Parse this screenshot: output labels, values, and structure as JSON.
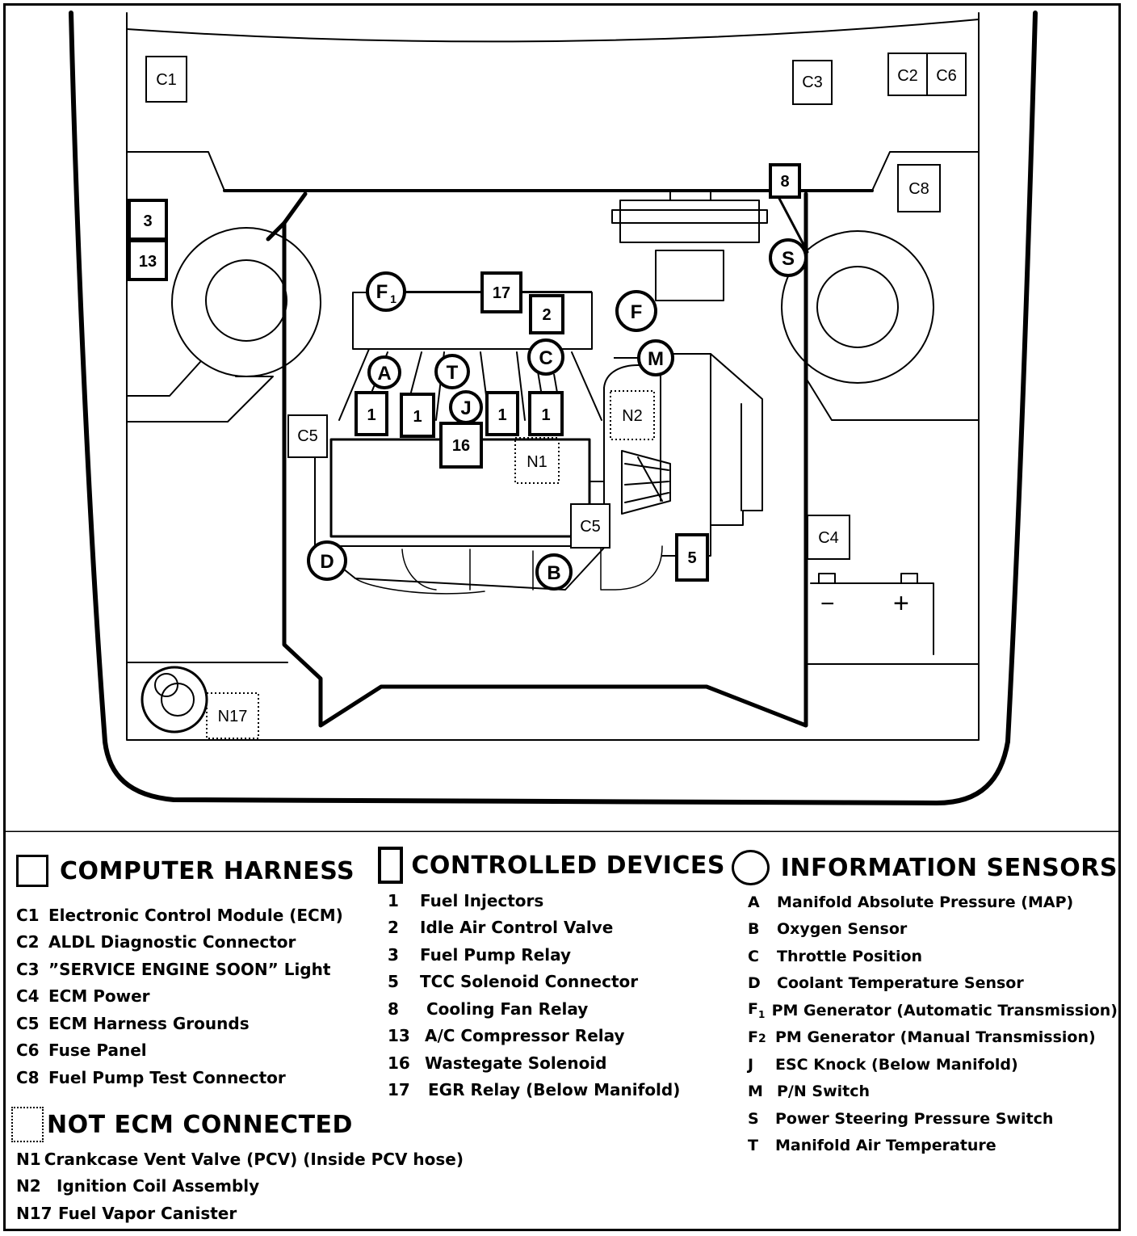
{
  "diagram": {
    "computer_harness": [
      {
        "code": "C1",
        "label": "C1"
      },
      {
        "code": "C2",
        "label": "C2"
      },
      {
        "code": "C3",
        "label": "C3"
      },
      {
        "code": "C4",
        "label": "C4"
      },
      {
        "code": "C5",
        "label": "C5"
      },
      {
        "code": "C6",
        "label": "C6"
      },
      {
        "code": "C8",
        "label": "C8"
      }
    ],
    "controlled_devices": [
      {
        "code": "1",
        "label": "1"
      },
      {
        "code": "2",
        "label": "2"
      },
      {
        "code": "3",
        "label": "3"
      },
      {
        "code": "5",
        "label": "5"
      },
      {
        "code": "8",
        "label": "8"
      },
      {
        "code": "13",
        "label": "13"
      },
      {
        "code": "16",
        "label": "16"
      },
      {
        "code": "17",
        "label": "17"
      }
    ],
    "information_sensors": [
      {
        "code": "A",
        "label": "A"
      },
      {
        "code": "B",
        "label": "B"
      },
      {
        "code": "C",
        "label": "C"
      },
      {
        "code": "D",
        "label": "D"
      },
      {
        "code": "F1",
        "label": "F",
        "subscript": "1"
      },
      {
        "code": "F",
        "label": "F"
      },
      {
        "code": "J",
        "label": "J"
      },
      {
        "code": "M",
        "label": "M"
      },
      {
        "code": "S",
        "label": "S"
      },
      {
        "code": "T",
        "label": "T"
      }
    ],
    "not_ecm_connected": [
      {
        "code": "N1",
        "label": "N1"
      },
      {
        "code": "N2",
        "label": "N2"
      },
      {
        "code": "N17",
        "label": "N17"
      }
    ],
    "battery": {
      "minus": "−",
      "plus": "+"
    }
  },
  "legend": {
    "computer_harness": {
      "title": "COMPUTER HARNESS",
      "items": [
        {
          "code": "C1",
          "text": "Electronic Control Module (ECM)"
        },
        {
          "code": "C2",
          "text": "ALDL Diagnostic Connector"
        },
        {
          "code": "C3",
          "text": "”SERVICE ENGINE SOON” Light"
        },
        {
          "code": "C4",
          "text": "ECM Power"
        },
        {
          "code": "C5",
          "text": "ECM Harness Grounds"
        },
        {
          "code": "C6",
          "text": "Fuse Panel"
        },
        {
          "code": "C8",
          "text": "Fuel Pump Test Connector"
        }
      ]
    },
    "not_ecm_connected": {
      "title": "NOT ECM CONNECTED",
      "items": [
        {
          "code": "N1",
          "text": "Crankcase Vent Valve (PCV) (Inside PCV hose)"
        },
        {
          "code": "N2",
          "text": "Ignition Coil Assembly"
        },
        {
          "code": "N17",
          "text": "Fuel Vapor Canister"
        }
      ]
    },
    "controlled_devices": {
      "title": "CONTROLLED DEVICES",
      "items": [
        {
          "code": "1",
          "text": "Fuel Injectors"
        },
        {
          "code": "2",
          "text": "Idle Air Control Valve"
        },
        {
          "code": "3",
          "text": "Fuel Pump Relay"
        },
        {
          "code": "5",
          "text": "TCC Solenoid Connector"
        },
        {
          "code": "8",
          "text": "Cooling Fan Relay"
        },
        {
          "code": "13",
          "text": "A/C Compressor Relay"
        },
        {
          "code": "16",
          "text": "Wastegate Solenoid"
        },
        {
          "code": "17",
          "text": "EGR Relay (Below Manifold)"
        }
      ]
    },
    "information_sensors": {
      "title": "INFORMATION SENSORS",
      "items": [
        {
          "code": "A",
          "text": "Manifold Absolute Pressure (MAP)"
        },
        {
          "code": "B",
          "text": "Oxygen Sensor"
        },
        {
          "code": "C",
          "text": "Throttle Position"
        },
        {
          "code": "D",
          "text": "Coolant Temperature  Sensor"
        },
        {
          "code": "F",
          "sub": "1",
          "text": "PM Generator (Automatic Transmission)"
        },
        {
          "code": "F",
          "sub": "2",
          "text": "PM Generator (Manual Transmission)"
        },
        {
          "code": "J",
          "text": "ESC Knock  (Below Manifold)"
        },
        {
          "code": "M",
          "text": "P/N Switch"
        },
        {
          "code": "S",
          "text": "Power Steering Pressure Switch"
        },
        {
          "code": "T",
          "text": "Manifold Air Temperature"
        }
      ]
    }
  }
}
